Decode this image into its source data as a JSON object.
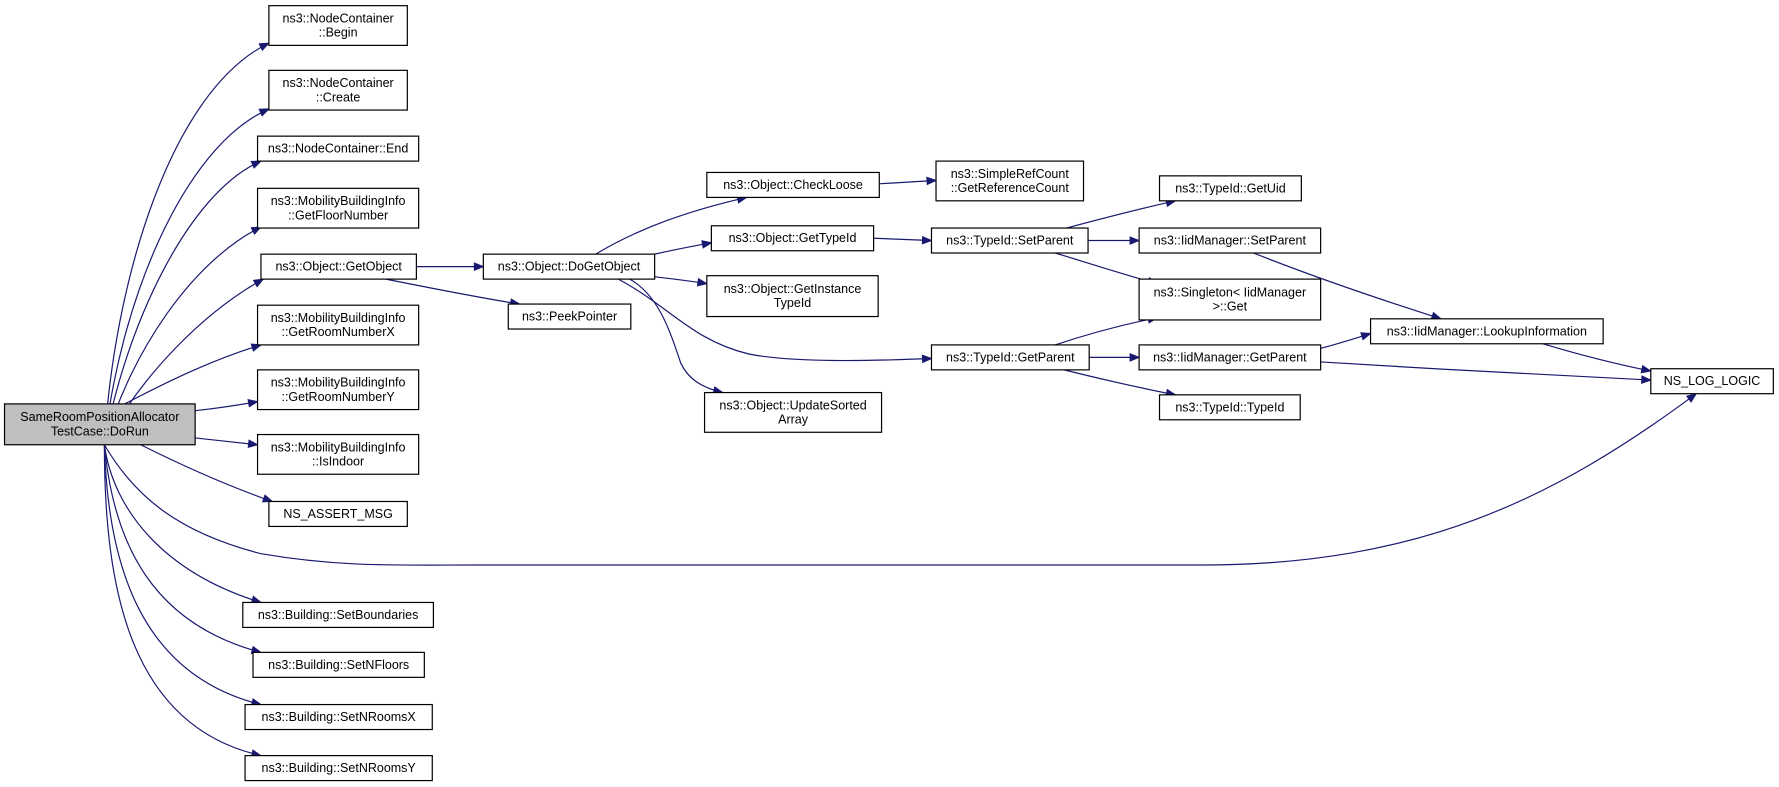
{
  "colors": {
    "edge": "#191970",
    "root_fill": "#bfbfbf",
    "node_fill": "#ffffff",
    "border": "#000000"
  },
  "nodes": [
    {
      "id": "root",
      "lines": [
        "SameRoomPositionAllocator",
        "TestCase::DoRun"
      ]
    },
    {
      "id": "nc_begin",
      "lines": [
        "ns3::NodeContainer",
        "::Begin"
      ]
    },
    {
      "id": "nc_create",
      "lines": [
        "ns3::NodeContainer",
        "::Create"
      ]
    },
    {
      "id": "nc_end",
      "lines": [
        "ns3::NodeContainer::End"
      ]
    },
    {
      "id": "mbi_floor",
      "lines": [
        "ns3::MobilityBuildingInfo",
        "::GetFloorNumber"
      ]
    },
    {
      "id": "obj_getobject",
      "lines": [
        "ns3::Object::GetObject"
      ]
    },
    {
      "id": "mbi_roomx",
      "lines": [
        "ns3::MobilityBuildingInfo",
        "::GetRoomNumberX"
      ]
    },
    {
      "id": "mbi_roomy",
      "lines": [
        "ns3::MobilityBuildingInfo",
        "::GetRoomNumberY"
      ]
    },
    {
      "id": "mbi_indoor",
      "lines": [
        "ns3::MobilityBuildingInfo",
        "::IsIndoor"
      ]
    },
    {
      "id": "ns_assert",
      "lines": [
        "NS_ASSERT_MSG"
      ]
    },
    {
      "id": "b_bounds",
      "lines": [
        "ns3::Building::SetBoundaries"
      ]
    },
    {
      "id": "b_nfloors",
      "lines": [
        "ns3::Building::SetNFloors"
      ]
    },
    {
      "id": "b_nroomsx",
      "lines": [
        "ns3::Building::SetNRoomsX"
      ]
    },
    {
      "id": "b_nroomsy",
      "lines": [
        "ns3::Building::SetNRoomsY"
      ]
    },
    {
      "id": "obj_dogetobject",
      "lines": [
        "ns3::Object::DoGetObject"
      ]
    },
    {
      "id": "peekpointer",
      "lines": [
        "ns3::PeekPointer"
      ]
    },
    {
      "id": "obj_checkloose",
      "lines": [
        "ns3::Object::CheckLoose"
      ]
    },
    {
      "id": "obj_gettypeid",
      "lines": [
        "ns3::Object::GetTypeId"
      ]
    },
    {
      "id": "obj_getinstance",
      "lines": [
        "ns3::Object::GetInstance",
        "TypeId"
      ]
    },
    {
      "id": "obj_updatesorted",
      "lines": [
        "ns3::Object::UpdateSorted",
        "Array"
      ]
    },
    {
      "id": "src_getrefcount",
      "lines": [
        "ns3::SimpleRefCount",
        "::GetReferenceCount"
      ]
    },
    {
      "id": "tid_setparent",
      "lines": [
        "ns3::TypeId::SetParent"
      ]
    },
    {
      "id": "tid_getparent",
      "lines": [
        "ns3::TypeId::GetParent"
      ]
    },
    {
      "id": "tid_getuid",
      "lines": [
        "ns3::TypeId::GetUid"
      ]
    },
    {
      "id": "iid_setparent",
      "lines": [
        "ns3::IidManager::SetParent"
      ]
    },
    {
      "id": "singleton_get",
      "lines": [
        "ns3::Singleton< IidManager",
        " >::Get"
      ]
    },
    {
      "id": "iid_getparent",
      "lines": [
        "ns3::IidManager::GetParent"
      ]
    },
    {
      "id": "tid_typeid",
      "lines": [
        "ns3::TypeId::TypeId"
      ]
    },
    {
      "id": "iid_lookup",
      "lines": [
        "ns3::IidManager::LookupInformation"
      ]
    },
    {
      "id": "ns_log_logic",
      "lines": [
        "NS_LOG_LOGIC"
      ]
    }
  ],
  "edges": [
    {
      "from": "root",
      "to": "nc_begin"
    },
    {
      "from": "root",
      "to": "nc_create"
    },
    {
      "from": "root",
      "to": "nc_end"
    },
    {
      "from": "root",
      "to": "mbi_floor"
    },
    {
      "from": "root",
      "to": "obj_getobject"
    },
    {
      "from": "root",
      "to": "mbi_roomx"
    },
    {
      "from": "root",
      "to": "mbi_roomy"
    },
    {
      "from": "root",
      "to": "mbi_indoor"
    },
    {
      "from": "root",
      "to": "ns_assert"
    },
    {
      "from": "root",
      "to": "ns_log_logic"
    },
    {
      "from": "root",
      "to": "b_bounds"
    },
    {
      "from": "root",
      "to": "b_nfloors"
    },
    {
      "from": "root",
      "to": "b_nroomsx"
    },
    {
      "from": "root",
      "to": "b_nroomsy"
    },
    {
      "from": "obj_getobject",
      "to": "obj_dogetobject"
    },
    {
      "from": "obj_getobject",
      "to": "peekpointer"
    },
    {
      "from": "obj_dogetobject",
      "to": "obj_checkloose"
    },
    {
      "from": "obj_dogetobject",
      "to": "obj_gettypeid"
    },
    {
      "from": "obj_dogetobject",
      "to": "obj_getinstance"
    },
    {
      "from": "obj_dogetobject",
      "to": "obj_updatesorted"
    },
    {
      "from": "obj_dogetobject",
      "to": "tid_getparent"
    },
    {
      "from": "obj_checkloose",
      "to": "src_getrefcount"
    },
    {
      "from": "obj_gettypeid",
      "to": "tid_setparent"
    },
    {
      "from": "tid_setparent",
      "to": "tid_getuid"
    },
    {
      "from": "tid_setparent",
      "to": "iid_setparent"
    },
    {
      "from": "tid_setparent",
      "to": "singleton_get"
    },
    {
      "from": "tid_getparent",
      "to": "singleton_get"
    },
    {
      "from": "tid_getparent",
      "to": "iid_getparent"
    },
    {
      "from": "tid_getparent",
      "to": "tid_typeid"
    },
    {
      "from": "iid_setparent",
      "to": "iid_lookup"
    },
    {
      "from": "iid_getparent",
      "to": "iid_lookup"
    },
    {
      "from": "iid_getparent",
      "to": "ns_log_logic"
    },
    {
      "from": "iid_lookup",
      "to": "ns_log_logic"
    }
  ]
}
